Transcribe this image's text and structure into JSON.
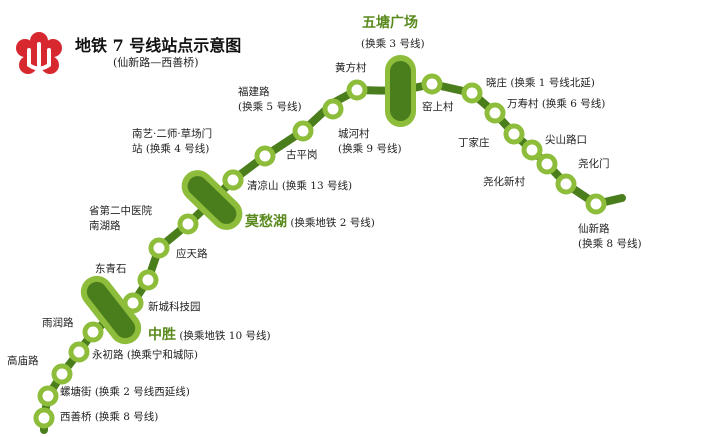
{
  "title": "地铁 7 号线站点示意图",
  "subtitle": "(仙新路—西善桥)",
  "logo_icon": "nanjing-metro-logo-icon",
  "colors": {
    "line": "#4a7d1c",
    "station_ring": "#8dbd3a",
    "station_fill": "#ffffff",
    "interchange_outer": "#8dbd3a",
    "interchange_inner": "#4a7d1c",
    "major_label": "#5a8a1e",
    "logo": "#d7282f"
  },
  "stations": [
    {
      "id": "xianxinlu",
      "name": "仙新路",
      "transfer": "(换乘 8 号线)",
      "interchange": false
    },
    {
      "id": "yaohuamen",
      "name": "尧化门",
      "transfer": "",
      "interchange": false
    },
    {
      "id": "yaohuaxincun",
      "name": "尧化新村",
      "transfer": "",
      "interchange": false
    },
    {
      "id": "jianshanlukou",
      "name": "尖山路口",
      "transfer": "",
      "interchange": false
    },
    {
      "id": "dingjiazhuang",
      "name": "丁家庄",
      "transfer": "",
      "interchange": false
    },
    {
      "id": "wanshoucun",
      "name": "万寿村",
      "transfer": "(换乘 6 号线)",
      "interchange": false
    },
    {
      "id": "xiaozhuang",
      "name": "晓庄",
      "transfer": "(换乘 1 号线北延)",
      "interchange": false
    },
    {
      "id": "kushangcun",
      "name": "窑上村",
      "transfer": "",
      "interchange": false
    },
    {
      "id": "wutangguangchang",
      "name": "五塘广场",
      "transfer": "(换乘 3 号线)",
      "interchange": true
    },
    {
      "id": "huangfangcun",
      "name": "黄方村",
      "transfer": "",
      "interchange": false
    },
    {
      "id": "chenghecun",
      "name": "城河村",
      "transfer": "(换乘 9 号线)",
      "interchange": false
    },
    {
      "id": "fujianlu",
      "name": "福建路",
      "transfer": "(换乘 5 号线)",
      "interchange": false
    },
    {
      "id": "gupinggang",
      "name": "古平岗",
      "transfer": "",
      "interchange": false
    },
    {
      "id": "nanyi",
      "name": "南艺·二师·草场门站",
      "transfer": "(换乘 4 号线)",
      "interchange": false
    },
    {
      "id": "qingliangshan",
      "name": "清凉山",
      "transfer": "(换乘 13 号线)",
      "interchange": false
    },
    {
      "id": "mochouhu",
      "name": "莫愁湖",
      "transfer": "(换乘地铁 2 号线)",
      "interchange": true
    },
    {
      "id": "shengdierzhongyiyuan",
      "name": "省第二中医院南湖路",
      "transfer": "",
      "interchange": false
    },
    {
      "id": "yingtianlu",
      "name": "应天路",
      "transfer": "",
      "interchange": false
    },
    {
      "id": "dongqingshi",
      "name": "东青石",
      "transfer": "",
      "interchange": false
    },
    {
      "id": "xinchengkejiyuan",
      "name": "新城科技园",
      "transfer": "",
      "interchange": false
    },
    {
      "id": "zhongsheng",
      "name": "中胜",
      "transfer": "(换乘地铁 10 号线)",
      "interchange": true
    },
    {
      "id": "yurunlu",
      "name": "雨润路",
      "transfer": "",
      "interchange": false
    },
    {
      "id": "yongchulu",
      "name": "永初路",
      "transfer": "(换乘宁和城际)",
      "interchange": false
    },
    {
      "id": "gaomiaolu",
      "name": "高庙路",
      "transfer": "",
      "interchange": false
    },
    {
      "id": "luotangjie",
      "name": "螺塘街",
      "transfer": "(换乘 2 号线西延线)",
      "interchange": false
    },
    {
      "id": "xishanqiao",
      "name": "西善桥",
      "transfer": "(换乘 8 号线)",
      "interchange": false
    }
  ],
  "labels": {
    "xianxinlu": "仙新路\n(换乘 8 号线)",
    "yaohuamen": "尧化门",
    "yaohuaxincun": "尧化新村",
    "jianshanlukou": "尖山路口",
    "dingjiazhuang": "丁家庄",
    "wanshoucun": "万寿村 (换乘 6 号线)",
    "xiaozhuang": "晓庄 (换乘 1 号线北延)",
    "kushangcun": "窑上村",
    "wutang_name": "五塘广场",
    "wutang_transfer": "(换乘 3 号线)",
    "huangfangcun": "黄方村",
    "chenghecun": "城河村\n(换乘 9 号线)",
    "fujianlu": "福建路\n(换乘 5 号线)",
    "gupinggang": "古平岗",
    "nanyi": "南艺·二师·草场门\n站 (换乘 4 号线)",
    "qingliangshan": "清凉山 (换乘 13 号线)",
    "mochou_name": "莫愁湖",
    "mochou_transfer": " (换乘地铁 2 号线)",
    "shengdier": "省第二中医院\n南湖路",
    "yingtianlu": "应天路",
    "dongqingshi": "东青石",
    "xinchengkejiyuan": "新城科技园",
    "zhongsheng_name": "中胜",
    "zhongsheng_transfer": " (换乘地铁 10 号线)",
    "yurunlu": "雨润路",
    "yongchulu": "永初路 (换乘宁和城际)",
    "gaomiaolu": "高庙路",
    "luotangjie": "螺塘街 (换乘 2 号线西延线)",
    "xishanqiao": "西善桥 (换乘 8 号线)"
  }
}
